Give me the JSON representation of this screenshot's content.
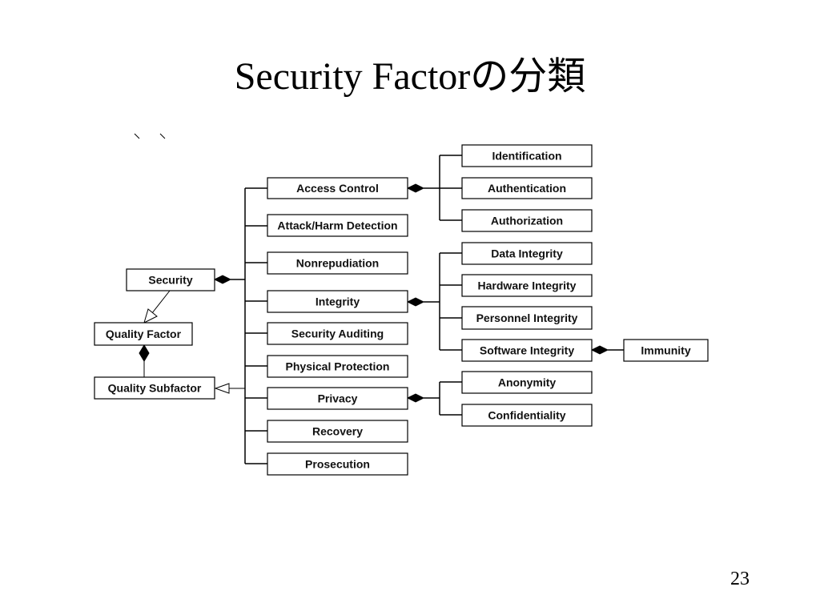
{
  "title": "Security Factorの分類",
  "page_number": "23",
  "nodes": {
    "security": "Security",
    "quality_factor": "Quality Factor",
    "quality_subfactor": "Quality Subfactor",
    "access_control": "Access Control",
    "attack_harm_detection": "Attack/Harm Detection",
    "nonrepudiation": "Nonrepudiation",
    "integrity": "Integrity",
    "security_auditing": "Security Auditing",
    "physical_protection": "Physical Protection",
    "privacy": "Privacy",
    "recovery": "Recovery",
    "prosecution": "Prosecution",
    "identification": "Identification",
    "authentication": "Authentication",
    "authorization": "Authorization",
    "data_integrity": "Data Integrity",
    "hardware_integrity": "Hardware Integrity",
    "personnel_integrity": "Personnel Integrity",
    "software_integrity": "Software Integrity",
    "immunity": "Immunity",
    "anonymity": "Anonymity",
    "confidentiality": "Confidentiality"
  }
}
